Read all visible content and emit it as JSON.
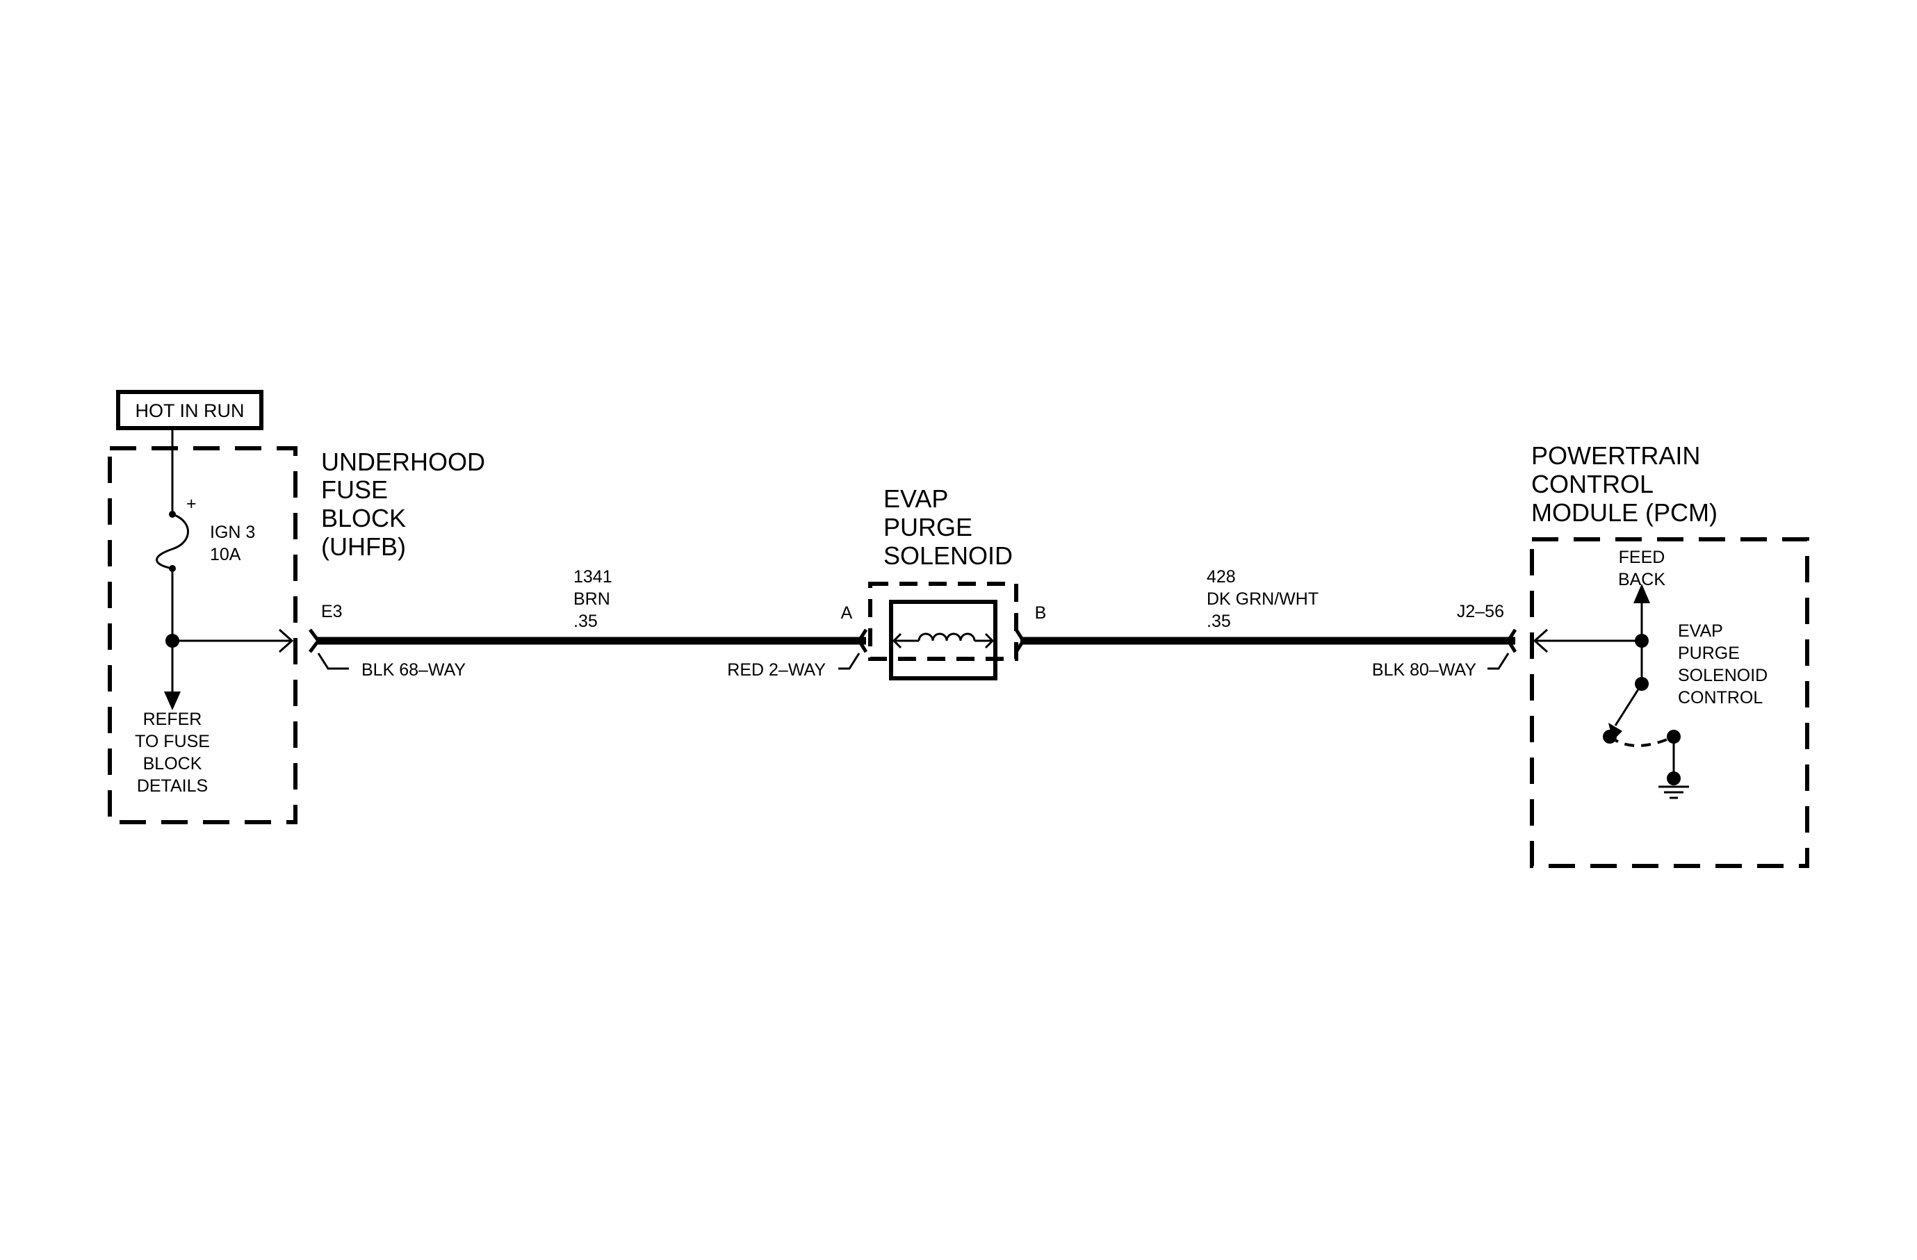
{
  "hot_label": "HOT IN RUN",
  "fuse_block": {
    "title_lines": [
      "UNDERHOOD",
      "FUSE",
      "BLOCK",
      "(UHFB)"
    ],
    "fuse_plus": "+",
    "fuse_name": "IGN 3",
    "fuse_rating": "10A",
    "terminal": "E3",
    "connector": "BLK 68–WAY",
    "note_lines": [
      "REFER",
      "TO FUSE",
      "BLOCK",
      "DETAILS"
    ]
  },
  "wire_1": {
    "circuit": "1341",
    "color": "BRN",
    "gauge": ".35"
  },
  "solenoid": {
    "title_lines": [
      "EVAP",
      "PURGE",
      "SOLENOID"
    ],
    "terminal_a": "A",
    "terminal_b": "B",
    "connector": "RED 2–WAY"
  },
  "wire_2": {
    "circuit": "428",
    "color": "DK GRN/WHT",
    "gauge": ".35"
  },
  "pcm": {
    "title_lines": [
      "POWERTRAIN",
      "CONTROL",
      "MODULE (PCM)"
    ],
    "terminal": "J2–56",
    "connector": "BLK 80–WAY",
    "feedback_lines": [
      "FEED",
      "BACK"
    ],
    "control_lines": [
      "EVAP",
      "PURGE",
      "SOLENOID",
      "CONTROL"
    ]
  }
}
